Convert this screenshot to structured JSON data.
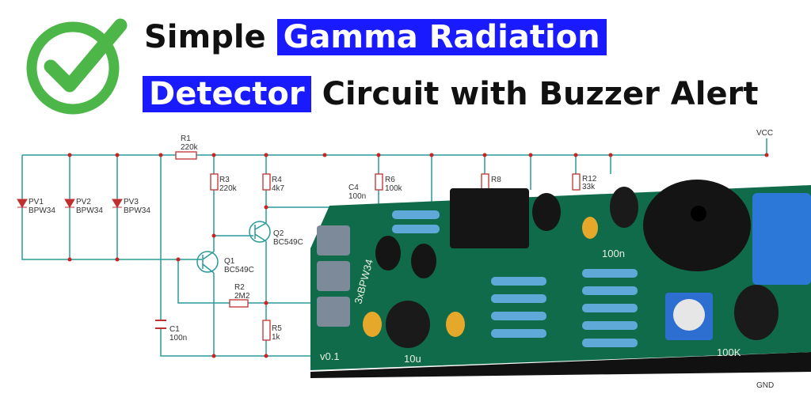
{
  "header": {
    "title_plain_1": "Simple",
    "title_highlight_1": "Gamma Radiation",
    "title_highlight_2": "Detector",
    "title_plain_2": "Circuit with Buzzer Alert",
    "highlight_color": "#1a1aff",
    "check_icon": "check-circle-icon",
    "check_color": "#4cb648"
  },
  "schematic": {
    "wire_color": "#2a9a9a",
    "node_color": "#cc2222",
    "components": {
      "r1": {
        "ref": "R1",
        "value": "220k"
      },
      "r2": {
        "ref": "R2",
        "value": "2M2"
      },
      "r3": {
        "ref": "R3",
        "value": "220k"
      },
      "r4": {
        "ref": "R4",
        "value": "4k7"
      },
      "r5": {
        "ref": "R5",
        "value": "1k"
      },
      "r6": {
        "ref": "R6",
        "value": "100k"
      },
      "r8": {
        "ref": "R8"
      },
      "r12": {
        "ref": "R12",
        "value": "33k"
      },
      "c1": {
        "ref": "C1",
        "value": "100n"
      },
      "c4": {
        "ref": "C4",
        "value": "100n"
      },
      "q1": {
        "ref": "Q1",
        "value": "BC549C"
      },
      "q2": {
        "ref": "Q2",
        "value": "BC549C"
      },
      "pv1": {
        "ref": "PV1",
        "value": "BPW34"
      },
      "pv2": {
        "ref": "PV2",
        "value": "BPW34"
      },
      "pv3": {
        "ref": "PV3",
        "value": "BPW34"
      }
    },
    "vcc": "VCC",
    "gnd": "GND"
  },
  "pcb": {
    "board_color": "#0f6b4a",
    "labels": {
      "version": "v0.1",
      "cap_10u": "10u",
      "cap_100n": "100n",
      "pot": "100K",
      "diodes": "3xBPW34"
    }
  }
}
